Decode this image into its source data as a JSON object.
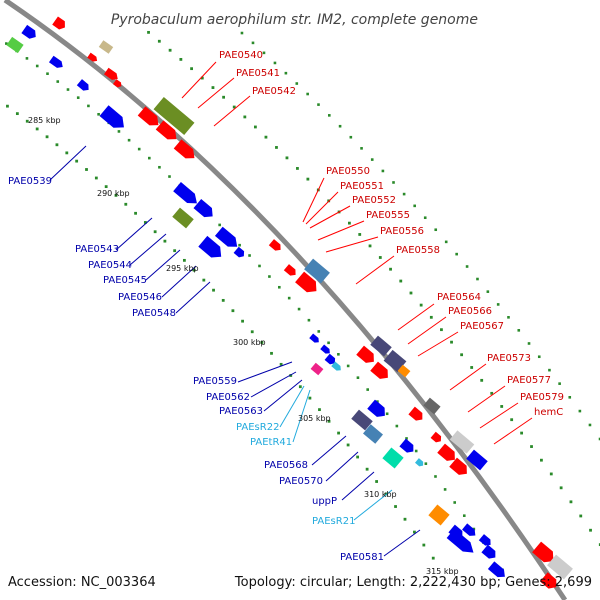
{
  "title": "Pyrobaculum aerophilum str. IM2, complete genome",
  "accession": "Accession: NC_003364",
  "topology": "Topology: circular; Length: 2,222,430 bp; Genes: 2,699",
  "colors": {
    "forward": "#ff0000",
    "reverse": "#0000ee",
    "rna": "#33bbdd",
    "gc_skew": "#2a8a2a",
    "backbone": "#888888"
  },
  "kbp_ticks": [
    "285 kbp",
    "290 kbp",
    "295 kbp",
    "300 kbp",
    "305 kbp",
    "310 kbp",
    "315 kbp"
  ],
  "labels": {
    "forward": [
      "PAE0540",
      "PAE0541",
      "PAE0542",
      "PAE0550",
      "PAE0551",
      "PAE0552",
      "PAE0555",
      "PAE0556",
      "PAE0558",
      "PAE0564",
      "PAE0566",
      "PAE0567",
      "PAE0573",
      "PAE0577",
      "PAE0579",
      "hemC"
    ],
    "reverse": [
      "PAE0539",
      "PAE0543",
      "PAE0544",
      "PAE0545",
      "PAE0546",
      "PAE0548",
      "PAE0559",
      "PAE0562",
      "PAE0563",
      "PAE0568",
      "PAE0570",
      "uppP",
      "PAE0581"
    ],
    "rna": [
      "PAEsR22",
      "PAEtR41",
      "PAEsR21"
    ]
  }
}
